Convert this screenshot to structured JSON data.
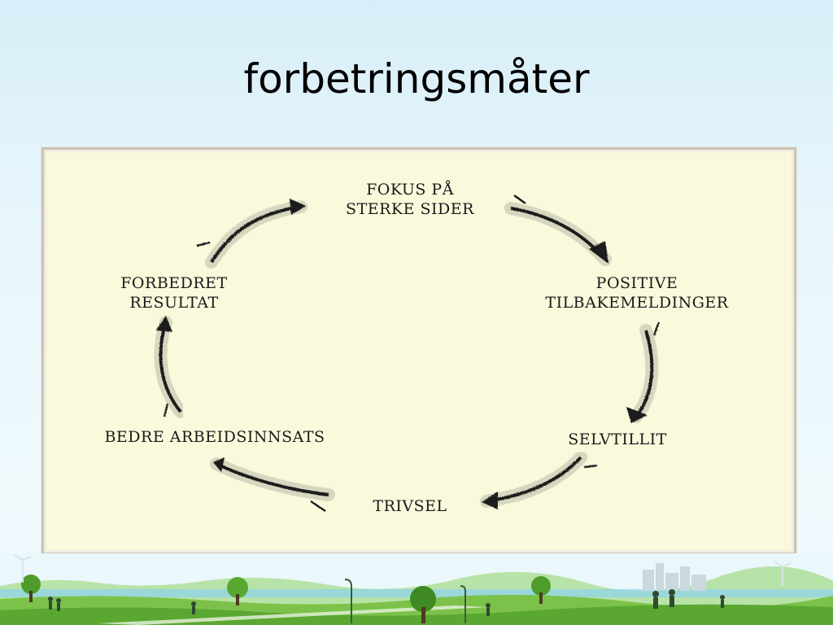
{
  "slide": {
    "title": "forbetringsmåter"
  },
  "cycle": {
    "nodes": [
      {
        "line1": "FOKUS PÅ",
        "line2": "STERKE SIDER"
      },
      {
        "line1": "POSITIVE",
        "line2": "TILBAKEMELDINGER"
      },
      {
        "line1": "SELVTILLIT",
        "line2": ""
      },
      {
        "line1": "TRIVSEL",
        "line2": ""
      },
      {
        "line1": "BEDRE ARBEIDSINNSATS",
        "line2": ""
      },
      {
        "line1": "FORBEDRET",
        "line2": "RESULTAT"
      }
    ]
  },
  "colors": {
    "background": "#e6f5fb",
    "figure_fill": "#fbf9dc",
    "arrow": "#1a1a1a",
    "grass": "#7cc24a",
    "water": "#8fd3ea"
  }
}
